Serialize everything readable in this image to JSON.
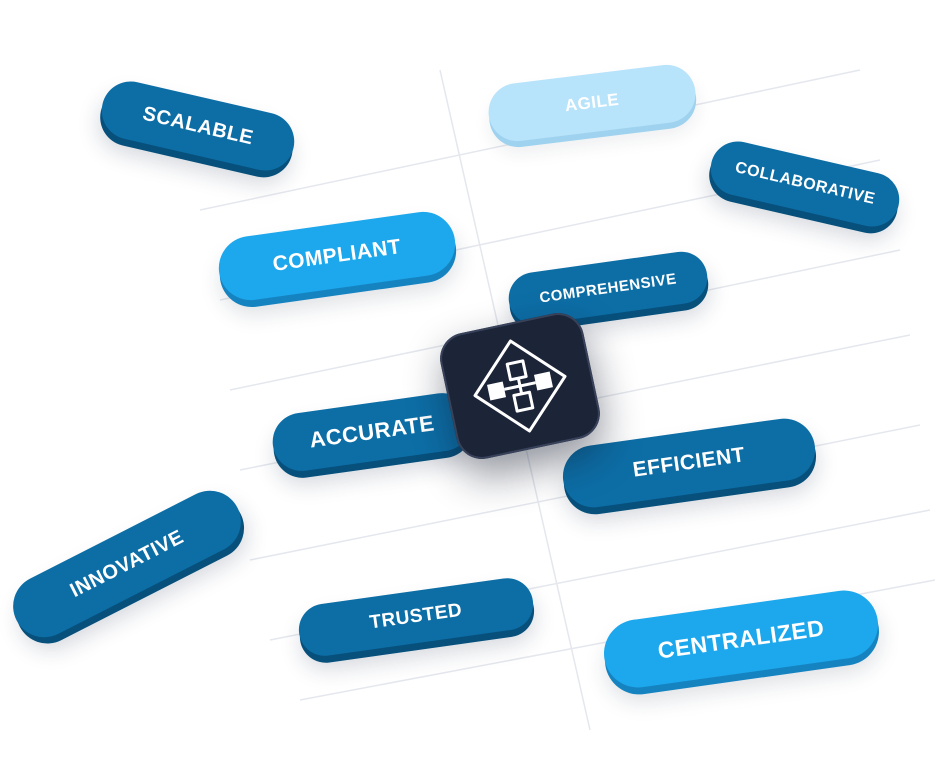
{
  "labels": {
    "scalable": "SCALABLE",
    "agile": "AGILE",
    "collaborative": "COLLABORATIVE",
    "compliant": "COMPLIANT",
    "comprehensive": "COMPREHENSIVE",
    "accurate": "ACCURATE",
    "efficient": "EFFICIENT",
    "innovative": "INNOVATIVE",
    "trusted": "TRUSTED",
    "centralized": "CENTRALIZED"
  },
  "logo": {
    "icon": "workflow-diamond-icon"
  },
  "colors": {
    "dark_pill": "#0d6ea6",
    "mid_pill": "#1da7ec",
    "light_pill": "#b7e3fb",
    "logo_bg": "#1c2438",
    "grid_line": "#e3e6ec"
  }
}
